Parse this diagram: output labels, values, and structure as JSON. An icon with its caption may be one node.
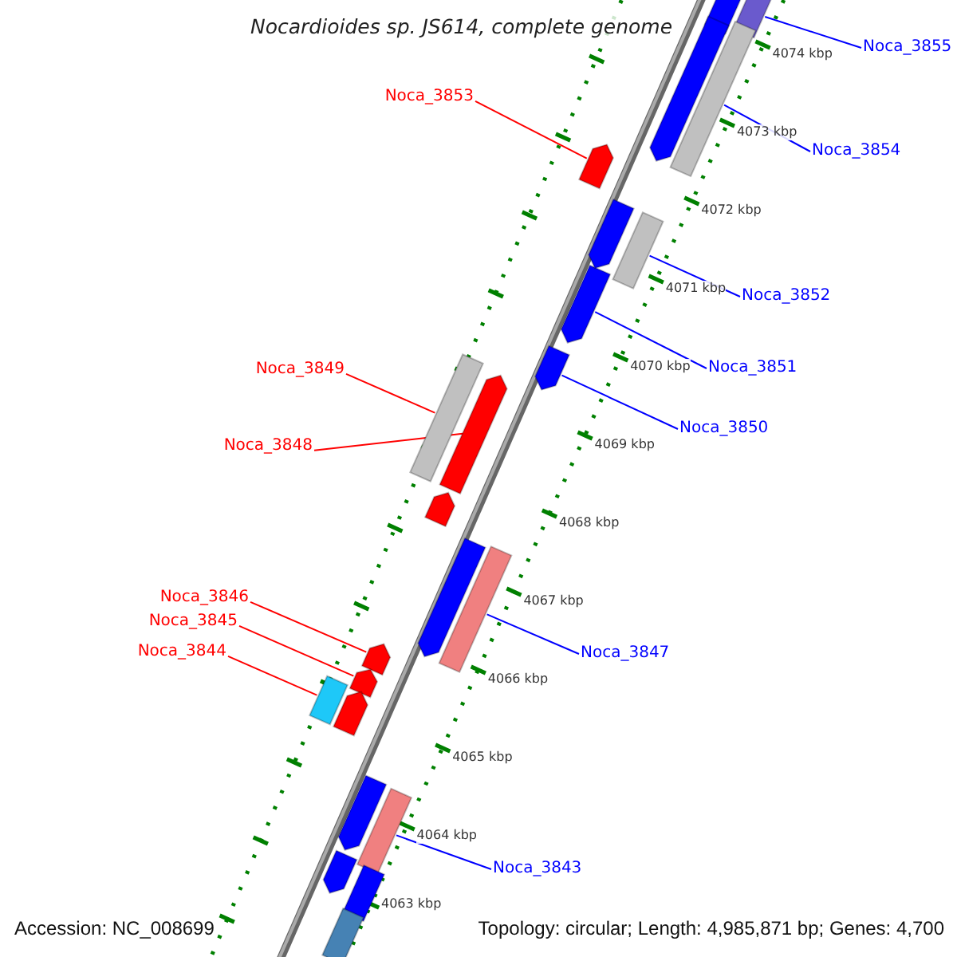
{
  "diagram": {
    "title": "Nocardioides sp. JS614, complete genome",
    "nodes": [
      {
        "text": [
          "Noca_3855"
        ]
      },
      {
        "text": [],
        "shape": "bar"
      },
      {
        "text": [
          "Noca_3853"
        ]
      },
      {
        "text": [],
        "shape": "bar"
      },
      {
        "text": [
          "Noca_3854"
        ]
      },
      {
        "text": [],
        "shape": "bar"
      },
      {
        "text": [
          "Noca_3852"
        ]
      },
      {
        "text": [],
        "shape": "bar"
      },
      {
        "text": [
          "Noca_3849"
        ]
      },
      {
        "text": [],
        "shape": "bar"
      },
      {
        "text": [
          "Noca_3851"
        ]
      },
      {
        "text": [],
        "shape": "bar"
      },
      {
        "text": [
          "Noca_3848"
        ]
      },
      {
        "text": [],
        "shape": "bar"
      },
      {
        "text": [
          "Noca_3850"
        ]
      },
      {
        "text": [],
        "shape": "bar"
      },
      {
        "text": [
          "Noca_3847"
        ]
      },
      {
        "text": [],
        "shape": "bar"
      },
      {
        "text": [
          "Noca_3846"
        ]
      },
      {
        "text": [],
        "shape": "bar"
      },
      {
        "text": [
          "Noca_3845"
        ]
      },
      {
        "text": [],
        "shape": "bar"
      },
      {
        "text": [
          "Noca_3844"
        ]
      },
      {
        "text": [],
        "shape": "bar"
      },
      {
        "text": [
          "Noca_3843"
        ]
      },
      {
        "text": [],
        "shape": "bar"
      },
      {
        "text": [],
        "shape": "bar"
      },
      {
        "text": [],
        "shape": "bar"
      },
      {
        "text": [],
        "shape": "bar"
      },
      {
        "text": [],
        "shape": "bar"
      },
      {
        "text": [],
        "shape": "bar"
      },
      {
        "text": [],
        "shape": "bar"
      },
      {
        "text": [],
        "shape": "bar"
      },
      {
        "text": [],
        "shape": "bar"
      },
      {
        "text": [],
        "shape": "bar"
      },
      {
        "text": [],
        "shape": "bar"
      }
    ],
    "edges": [
      {
        "from": 0,
        "to": 1,
        "arrow": "none"
      },
      {
        "from": 2,
        "to": 3,
        "arrow": "none",
        "color": "#ff0000"
      },
      {
        "from": 4,
        "to": 5,
        "arrow": "none"
      },
      {
        "from": 6,
        "to": 7,
        "arrow": "none"
      },
      {
        "from": 8,
        "to": 9,
        "arrow": "none",
        "color": "#ff0000"
      },
      {
        "from": 10,
        "to": 11,
        "arrow": "none"
      },
      {
        "from": 12,
        "to": 13,
        "arrow": "none",
        "color": "#ff0000"
      },
      {
        "from": 14,
        "to": 15,
        "arrow": "none"
      },
      {
        "from": 16,
        "to": 17,
        "arrow": "none"
      },
      {
        "from": 18,
        "to": 19,
        "arrow": "none",
        "color": "#ff0000"
      },
      {
        "from": 20,
        "to": 21,
        "arrow": "none",
        "color": "#ff0000"
      },
      {
        "from": 22,
        "to": 23,
        "arrow": "none",
        "color": "#ff0000"
      },
      {
        "from": 24,
        "to": 25,
        "arrow": "none"
      }
    ],
    "labels": [
      "4074 kbp",
      "4073 kbp",
      "4072 kbp",
      "4071 kbp",
      "4070 kbp",
      "4069 kbp",
      "4068 kbp",
      "4067 kbp",
      "4066 kbp",
      "4065 kbp",
      "4064 kbp",
      "4063 kbp",
      "Accession: NC_008699",
      "Topology: circular; Length: 4,985,871 bp; Genes: 4,700"
    ]
  }
}
